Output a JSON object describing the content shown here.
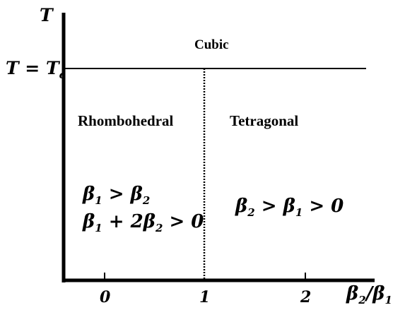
{
  "axes": {
    "y_label": "T",
    "x_label_numerator": "β",
    "x_label_numerator_sub": "2",
    "x_label_slash": "/",
    "x_label_denominator": "β",
    "x_label_denominator_sub": "1",
    "tc_label_lhs": "T = T",
    "tc_label_sub": "c",
    "x_ticks": [
      "0",
      "1",
      "2"
    ]
  },
  "regions": {
    "cubic": "Cubic",
    "rhombohedral": "Rhombohedral",
    "tetragonal": "Tetragonal"
  },
  "conditions": {
    "rhombo_line1": {
      "a": "β",
      "a_sub": "1",
      "op": " > ",
      "b": "β",
      "b_sub": "2"
    },
    "rhombo_line2": {
      "a": "β",
      "a_sub": "1",
      "op1": " + 2",
      "b": "β",
      "b_sub": "2",
      "op2": " > 0"
    },
    "tetra_line": {
      "a": "β",
      "a_sub": "2",
      "op1": " > ",
      "b": "β",
      "b_sub": "1",
      "op2": " > 0"
    }
  },
  "colors": {
    "ink": "#000000",
    "background": "#ffffff"
  }
}
